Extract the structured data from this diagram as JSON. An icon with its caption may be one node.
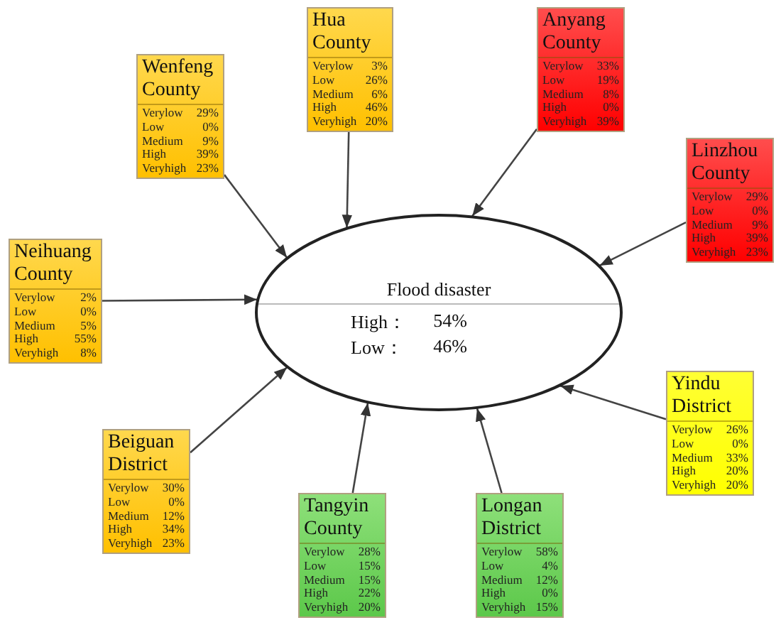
{
  "diagram": {
    "nodes": [
      {
        "text": [
          "Hua County",
          "Verylow",
          "3%",
          "Low",
          "26%",
          "Medium",
          "6%",
          "High",
          "46%",
          "Veryhigh",
          "20%"
        ]
      },
      {
        "text": [
          "Anyang County",
          "Verylow",
          "33%",
          "Low",
          "19%",
          "Medium",
          "8%",
          "High",
          "0%",
          "Veryhigh",
          "39%"
        ]
      },
      {
        "text": [
          "Wenfeng County",
          "Verylow",
          "29%",
          "Low",
          "0%",
          "Medium",
          "9%",
          "High",
          "39%",
          "Veryhigh",
          "23%"
        ]
      },
      {
        "text": [
          "Linzhou County",
          "Verylow",
          "29%",
          "Low",
          "0%",
          "Medium",
          "9%",
          "High",
          "39%",
          "Veryhigh",
          "23%"
        ]
      },
      {
        "text": [
          "Neihuang County",
          "Verylow",
          "2%",
          "Low",
          "0%",
          "Medium",
          "5%",
          "High",
          "55%",
          "Veryhigh",
          "8%"
        ]
      },
      {
        "text": [
          "Flood disaster",
          "High：",
          "54%",
          "Low：",
          "46%"
        ]
      },
      {
        "text": [
          "Yindu District",
          "Verylow",
          "26%",
          "Low",
          "0%",
          "Medium",
          "33%",
          "High",
          "20%",
          "Veryhigh",
          "20%"
        ]
      },
      {
        "text": [
          "Beiguan District",
          "Verylow",
          "30%",
          "Low",
          "0%",
          "Medium",
          "12%",
          "High",
          "34%",
          "Veryhigh",
          "23%"
        ]
      },
      {
        "text": [
          "Tangyin County",
          "Verylow",
          "28%",
          "Low",
          "15%",
          "Medium",
          "15%",
          "High",
          "22%",
          "Veryhigh",
          "20%"
        ]
      },
      {
        "text": [
          "Longan District",
          "Verylow",
          "58%",
          "Low",
          "4%",
          "Medium",
          "12%",
          "High",
          "0%",
          "Veryhigh",
          "15%"
        ]
      }
    ],
    "edges": [
      {
        "from": 0,
        "to": 5,
        "arrow": "to"
      },
      {
        "from": 1,
        "to": 5,
        "arrow": "to"
      },
      {
        "from": 2,
        "to": 5,
        "arrow": "to"
      },
      {
        "from": 3,
        "to": 5,
        "arrow": "to"
      },
      {
        "from": 4,
        "to": 5,
        "arrow": "to"
      },
      {
        "from": 6,
        "to": 5,
        "arrow": "to"
      },
      {
        "from": 7,
        "to": 5,
        "arrow": "to"
      },
      {
        "from": 8,
        "to": 5,
        "arrow": "to"
      },
      {
        "from": 9,
        "to": 5,
        "arrow": "to"
      }
    ]
  }
}
